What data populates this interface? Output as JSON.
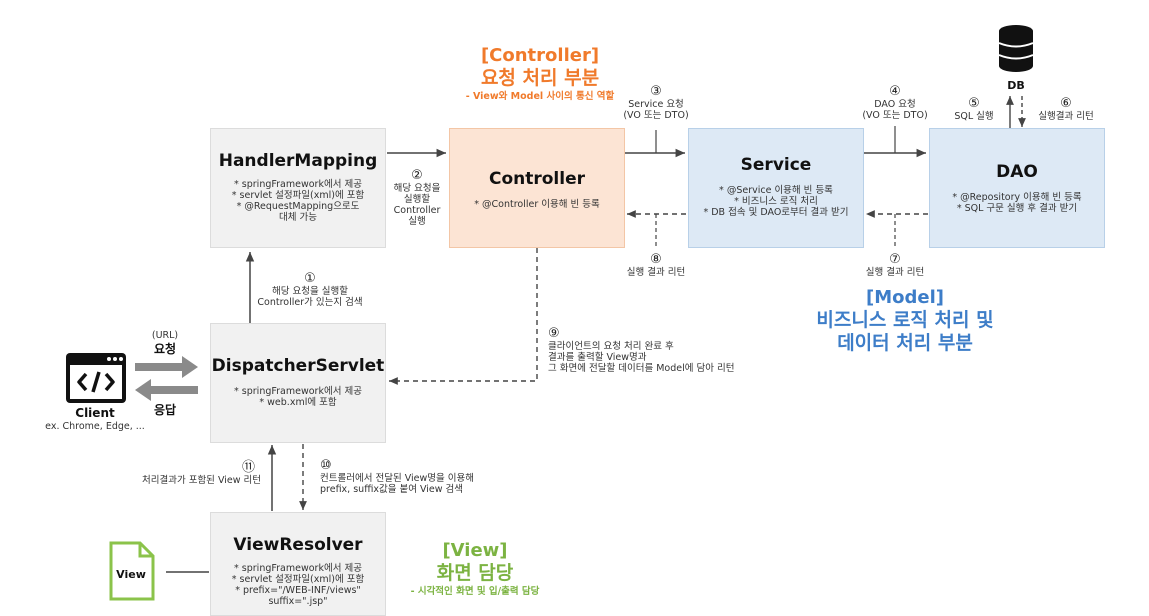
{
  "colors": {
    "controller_accent": "#f07a2b",
    "model_accent": "#3d7dc8",
    "view_accent": "#7cb342",
    "box_gray": "#f1f1f1",
    "box_orange": "#fce4d4",
    "box_blue": "#dde9f5"
  },
  "headings": {
    "controller": {
      "line1": "[Controller]",
      "line2": "요청 처리 부분",
      "line3": "- View와 Model 사이의 통신 역할"
    },
    "model": {
      "line1": "[Model]",
      "line2": "비즈니스 로직 처리 및",
      "line3": "데이터 처리 부분"
    },
    "view": {
      "line1": "[View]",
      "line2": "화면 담당",
      "line3": "- 시각적인 화면 및 입/출력 담당"
    }
  },
  "boxes": {
    "handler_mapping": {
      "title": "HandlerMapping",
      "bullets": [
        "* springFramework에서 제공",
        "* servlet 설정파일(xml)에 포함",
        "* @RequestMapping으로도",
        "대체 가능"
      ]
    },
    "controller": {
      "title": "Controller",
      "bullets": [
        "* @Controller 이용해 빈 등록"
      ]
    },
    "service": {
      "title": "Service",
      "bullets": [
        "* @Service 이용해 빈 등록",
        "* 비즈니스 로직 처리",
        "* DB 접속 및 DAO로부터 결과 받기"
      ]
    },
    "dao": {
      "title": "DAO",
      "bullets": [
        "* @Repository 이용해 빈 등록",
        "* SQL 구문 실행 후 결과 받기"
      ]
    },
    "dispatcher": {
      "title": "DispatcherServlet",
      "bullets": [
        "* springFramework에서 제공",
        "* web.xml에 포함"
      ]
    },
    "view_resolver": {
      "title": "ViewResolver",
      "bullets": [
        "* springFramework에서 제공",
        "* servlet 설정파일(xml)에 포함",
        "* prefix=\"/WEB-INF/views\"",
        "suffix=\".jsp\""
      ]
    }
  },
  "client": {
    "label": "Client",
    "sub": "ex. Chrome, Edge, ...",
    "icon": "code-window-icon"
  },
  "db": {
    "label": "DB",
    "icon": "database-icon"
  },
  "view_file": {
    "label": "View",
    "icon": "file-icon"
  },
  "flow": {
    "request_url": "(URL)",
    "request": "요청",
    "response": "응답",
    "s1": {
      "num": "①",
      "lines": [
        "해당 요청을 실행할",
        "Controller가 있는지 검색"
      ]
    },
    "s2": {
      "num": "②",
      "lines": [
        "해당 요청을",
        "실행할",
        "Controller",
        "실행"
      ]
    },
    "s3": {
      "num": "③",
      "lines": [
        "Service 요청",
        "(VO 또는 DTO)"
      ]
    },
    "s4": {
      "num": "④",
      "lines": [
        "DAO 요청",
        "(VO 또는 DTO)"
      ]
    },
    "s5": {
      "num": "⑤",
      "lines": [
        "SQL 실행"
      ]
    },
    "s6": {
      "num": "⑥",
      "lines": [
        "실행결과 리턴"
      ]
    },
    "s7": {
      "num": "⑦",
      "lines": [
        "실행 결과 리턴"
      ]
    },
    "s8": {
      "num": "⑧",
      "lines": [
        "실행 결과 리턴"
      ]
    },
    "s9": {
      "num": "⑨",
      "lines": [
        "클라이언트의 요청 처리 완료 후",
        "결과를 출력할 View명과",
        "그 화면에 전달할 데이터를 Model에 담아 리턴"
      ]
    },
    "s10": {
      "num": "⑩",
      "lines": [
        "컨트롤러에서 전달된 View명을 이용해",
        "prefix, suffix값을 붙여 View 검색"
      ]
    },
    "s11": {
      "num": "⑪",
      "lines": [
        "처리결과가 포함된 View 리턴"
      ]
    }
  }
}
